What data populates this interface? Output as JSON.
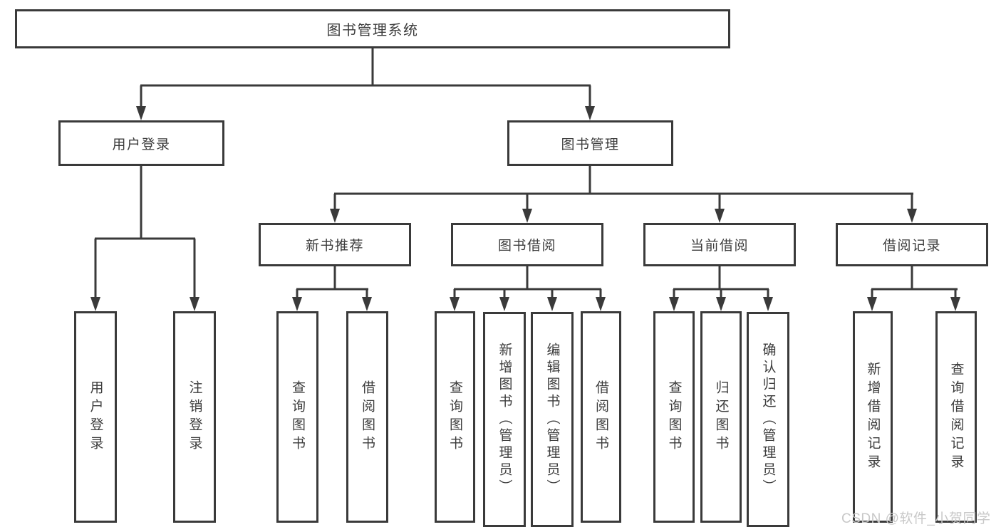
{
  "nodes": {
    "root": "图书管理系统",
    "level2": [
      "用户登录",
      "图书管理"
    ],
    "level3": [
      "新书推荐",
      "图书借阅",
      "当前借阅",
      "借阅记录"
    ],
    "user_login_children": [
      "用户登录",
      "注销登录"
    ],
    "new_recommend_children": [
      "查询图书",
      "借阅图书"
    ],
    "book_borrow_children": [
      "查询图书",
      "新增图书（管理员）",
      "编辑图书（管理员）",
      "借阅图书"
    ],
    "current_borrow_children": [
      "查询图书",
      "归还图书",
      "确认归还（管理员）"
    ],
    "borrow_record_children": [
      "新增借阅记录",
      "查询借阅记录"
    ]
  },
  "watermark": "CSDN @软件_小贺同学",
  "colors": {
    "line": "#3a3a3a",
    "text": "#3c3c3c",
    "watermark": "#c8c8c8",
    "background": "#ffffff"
  }
}
